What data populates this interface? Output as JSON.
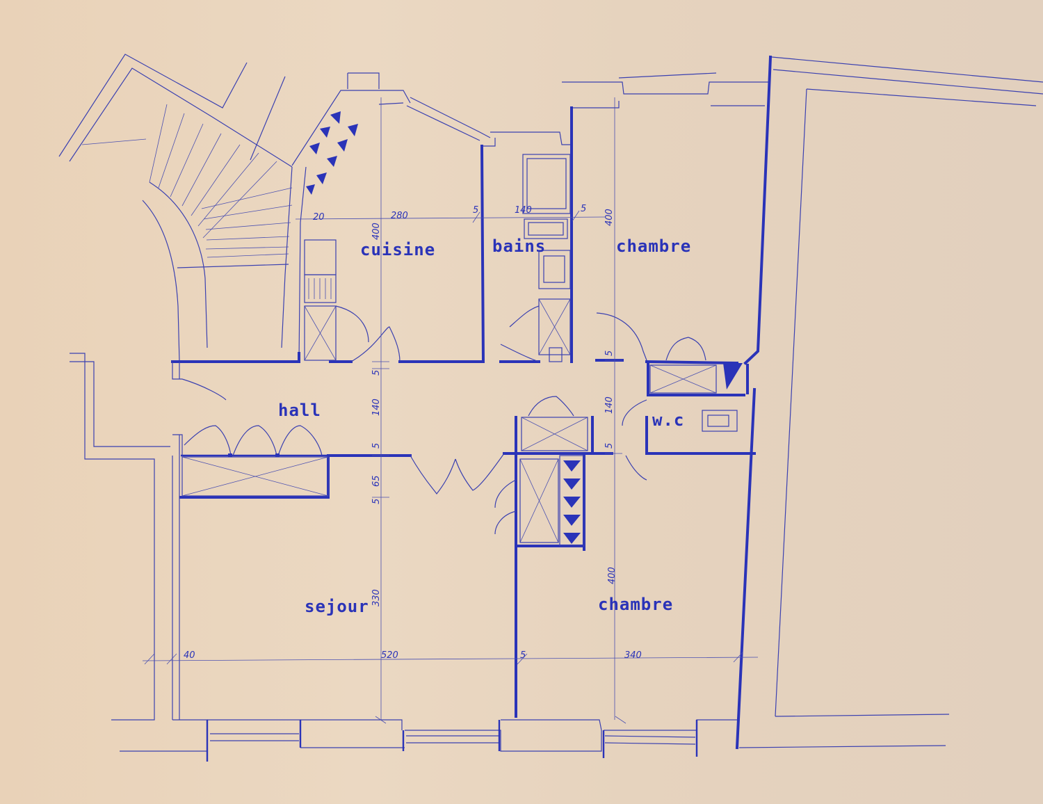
{
  "rooms": {
    "cuisine": "cuisine",
    "bains": "bains",
    "chambre_top": "chambre",
    "hall": "hall",
    "wc": "w.c",
    "sejour": "sejour",
    "chambre_bottom": "chambre"
  },
  "dimensions": {
    "d_20": "20",
    "d_280": "280",
    "d_5a": "5",
    "d_140a": "140",
    "d_5b": "5",
    "d_400a": "400",
    "d_400b": "400",
    "d_5c": "5",
    "d_140b": "140",
    "d_5d": "5",
    "d_65": "65",
    "d_5e": "5",
    "d_330": "330",
    "d_5f": "5",
    "d_140c": "140",
    "d_5g": "5",
    "d_400c": "400",
    "d_40": "40",
    "d_520": "520",
    "d_5h": "5",
    "d_340": "340"
  },
  "colors": {
    "ink": "#2a33b8",
    "paper": "#e8d4bc"
  }
}
